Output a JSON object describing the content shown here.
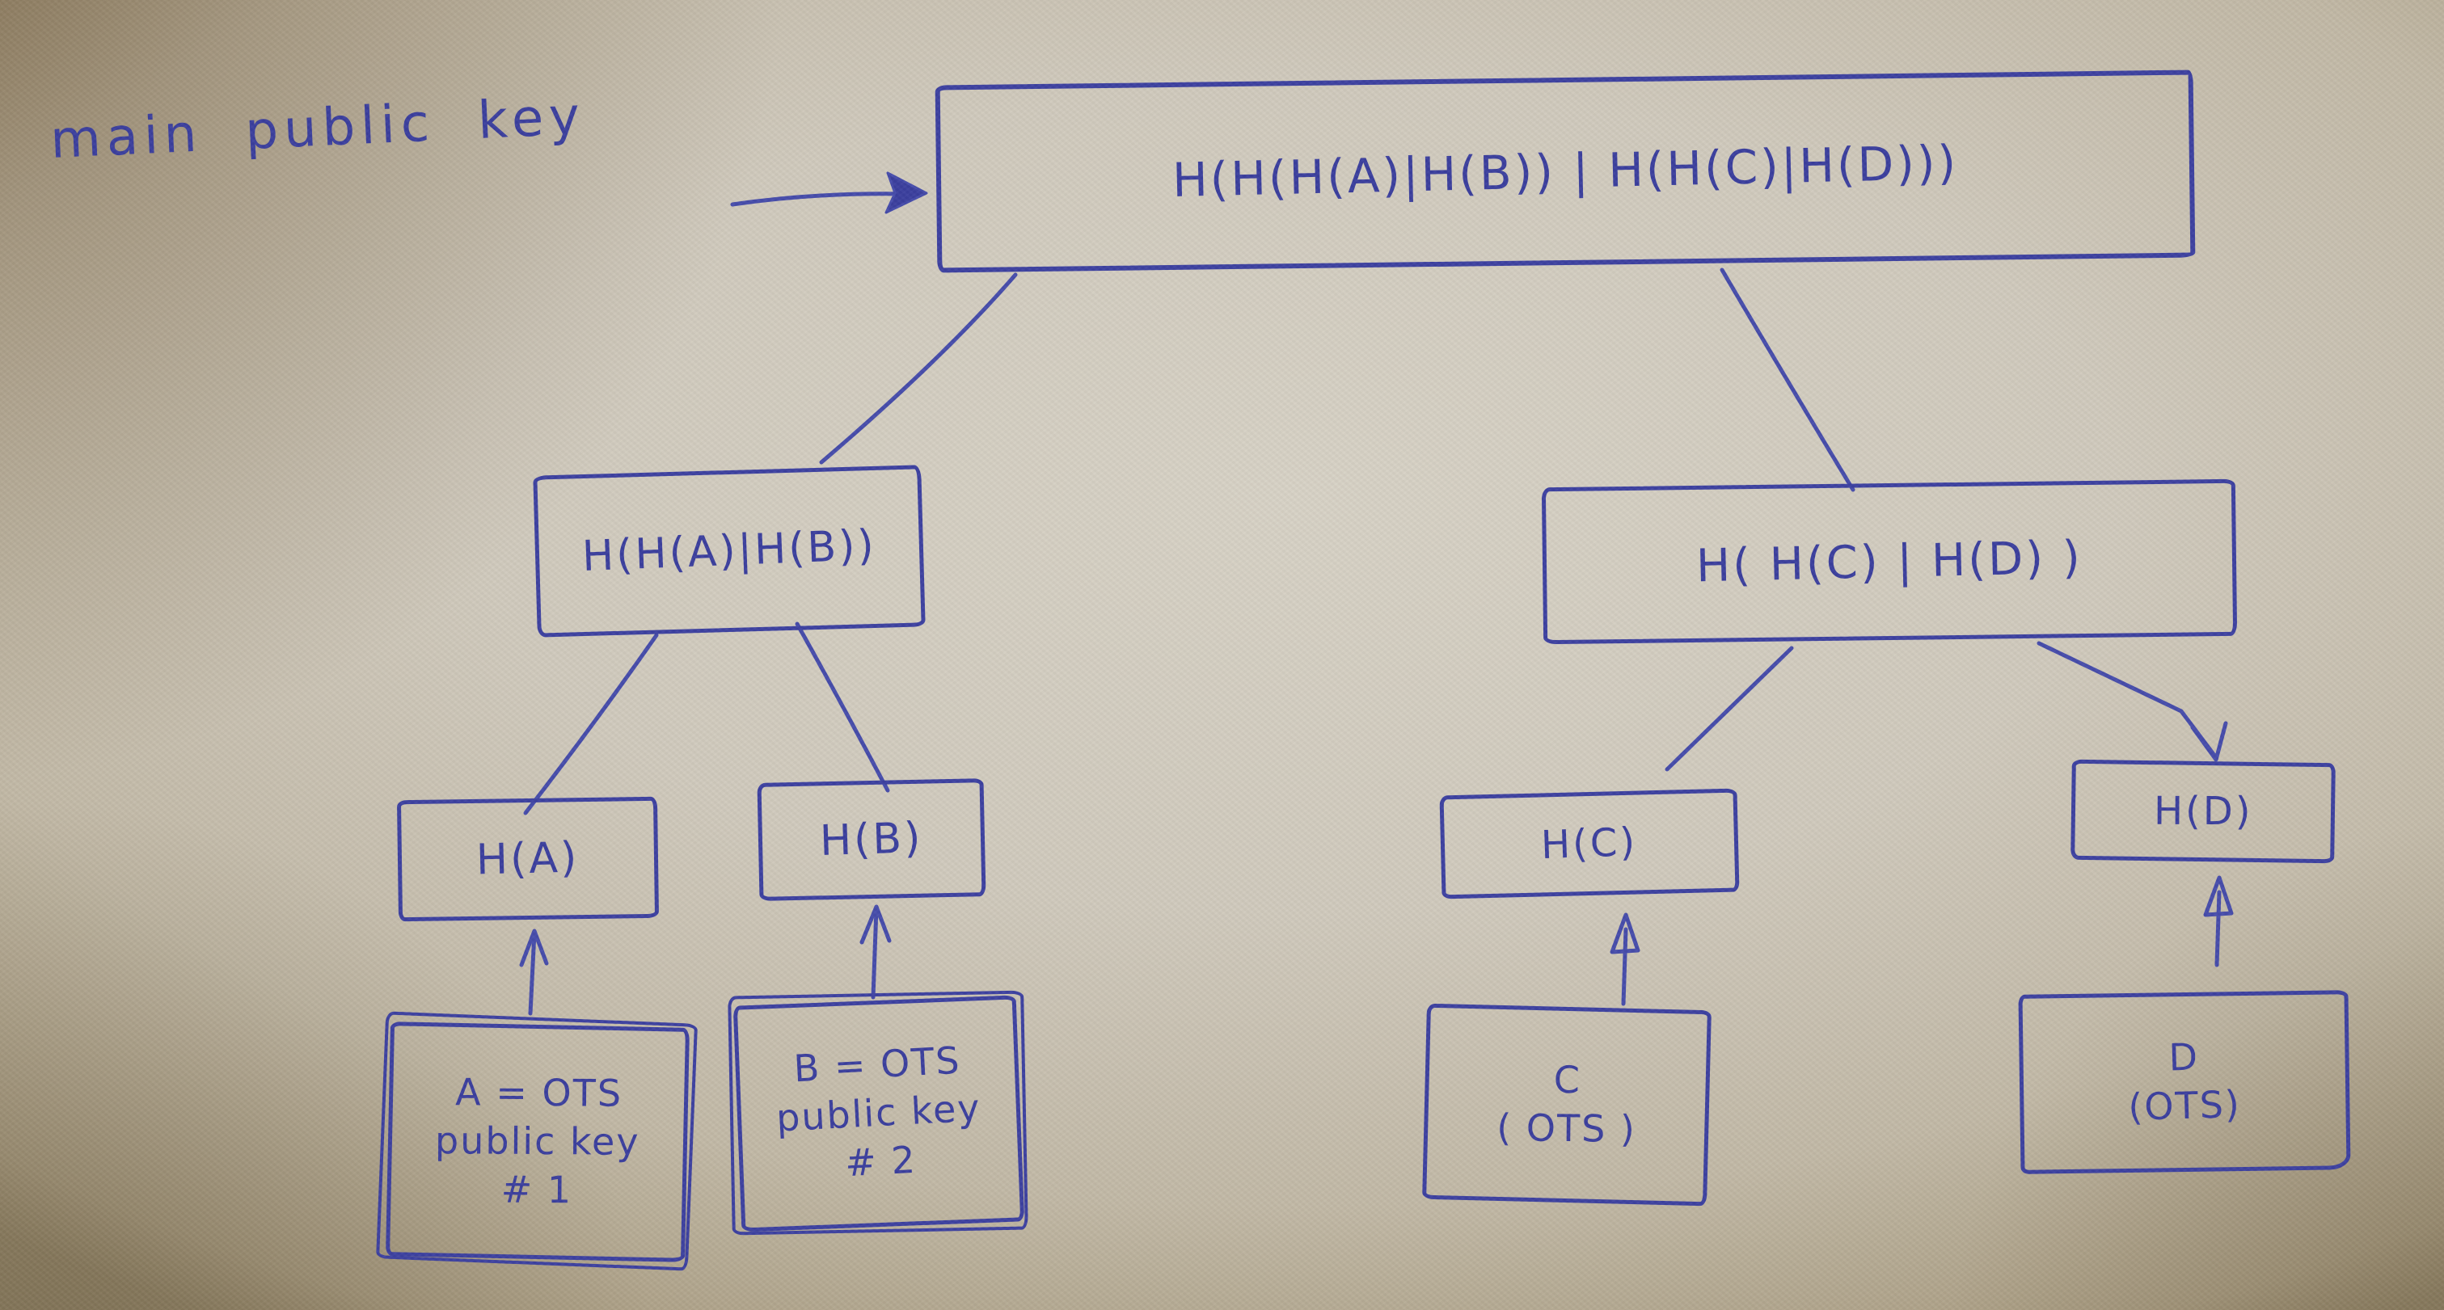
{
  "palette": {
    "ink": "#3b3f9e",
    "paper": "#d0cabd",
    "vignette": "#97896c"
  },
  "labels": {
    "main_public_key": "main public key"
  },
  "nodes": {
    "root": "H(H(H(A)|H(B)) | H(H(C)|H(D)))",
    "hab": "H(H(A)|H(B))",
    "hcd": "H( H(C) | H(D) )",
    "ha": "H(A)",
    "hb": "H(B)",
    "hc": "H(C)",
    "hd": "H(D)"
  },
  "leaves": {
    "a": {
      "lines": [
        "A = OTS",
        "public key",
        "# 1"
      ]
    },
    "b": {
      "lines": [
        "B = OTS",
        "public key",
        "# 2"
      ]
    },
    "c": {
      "lines": [
        "C",
        "( OTS )"
      ]
    },
    "d": {
      "lines": [
        "D",
        "(OTS)"
      ]
    }
  }
}
